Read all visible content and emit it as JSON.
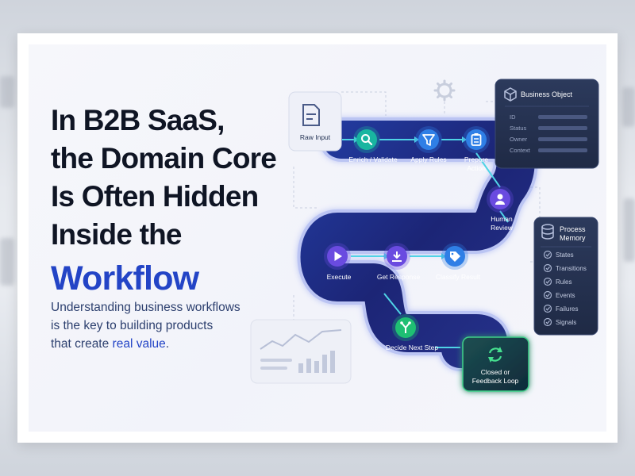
{
  "headline": {
    "lines": [
      "In B2B SaaS,",
      "the Domain Core",
      "Is Often Hidden",
      "Inside the"
    ],
    "accent": "Workflow"
  },
  "subtitle": {
    "line1": "Understanding business workflows",
    "line2": "is the key to building products",
    "line3_prefix": "that create ",
    "line3_highlight": "real value",
    "line3_suffix": "."
  },
  "workflow": {
    "input": {
      "label": "Raw Input",
      "icon": "document-icon"
    },
    "steps": [
      {
        "label": "Enrich / Validate",
        "icon": "search-icon"
      },
      {
        "label": "Apply Rules",
        "icon": "filter-icon"
      },
      {
        "label": [
          "Prepare",
          "Action"
        ],
        "icon": "clipboard-icon"
      },
      {
        "label": [
          "Human",
          "Review"
        ],
        "icon": "user-icon"
      },
      {
        "label": "Execute",
        "icon": "play-icon"
      },
      {
        "label": "Get Response",
        "icon": "download-icon"
      },
      {
        "label": "Classify Result",
        "icon": "tag-icon"
      },
      {
        "label": "Decide Next Step",
        "icon": "branch-icon"
      }
    ],
    "end": {
      "label": [
        "Closed or",
        "Feedback Loop"
      ],
      "icon": "refresh-icon"
    }
  },
  "business_object": {
    "title": "Business Object",
    "icon": "cube-icon",
    "fields": [
      "ID",
      "Status",
      "Owner",
      "Context"
    ]
  },
  "process_memory": {
    "title": [
      "Process",
      "Memory"
    ],
    "icon": "database-icon",
    "items": [
      "States",
      "Transitions",
      "Rules",
      "Events",
      "Failures",
      "Signals"
    ]
  },
  "colors": {
    "accent": "#2344c6",
    "title": "#0f1524",
    "track": "#1c2a78",
    "node_teal": "#19b5a0",
    "node_blue": "#2f7fe6",
    "node_purple": "#6a4be0",
    "node_green": "#1fbf73"
  }
}
